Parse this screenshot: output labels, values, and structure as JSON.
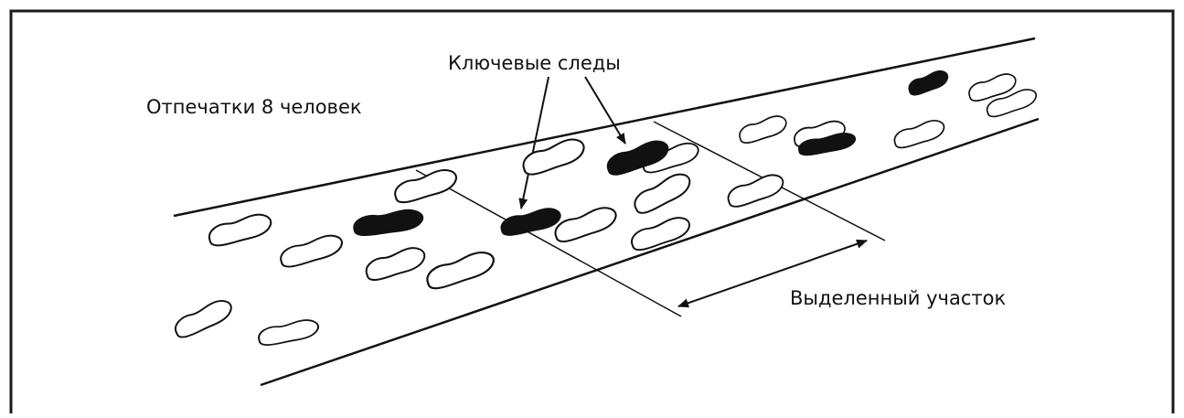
{
  "labels": {
    "people_prints": "Отпечатки 8 человек",
    "key_traces": "Ключевые следы",
    "selected_area": "Выделенный участок"
  },
  "colors": {
    "ink": "#111111",
    "background": "#ffffff",
    "frame": "#1a1a1a"
  }
}
